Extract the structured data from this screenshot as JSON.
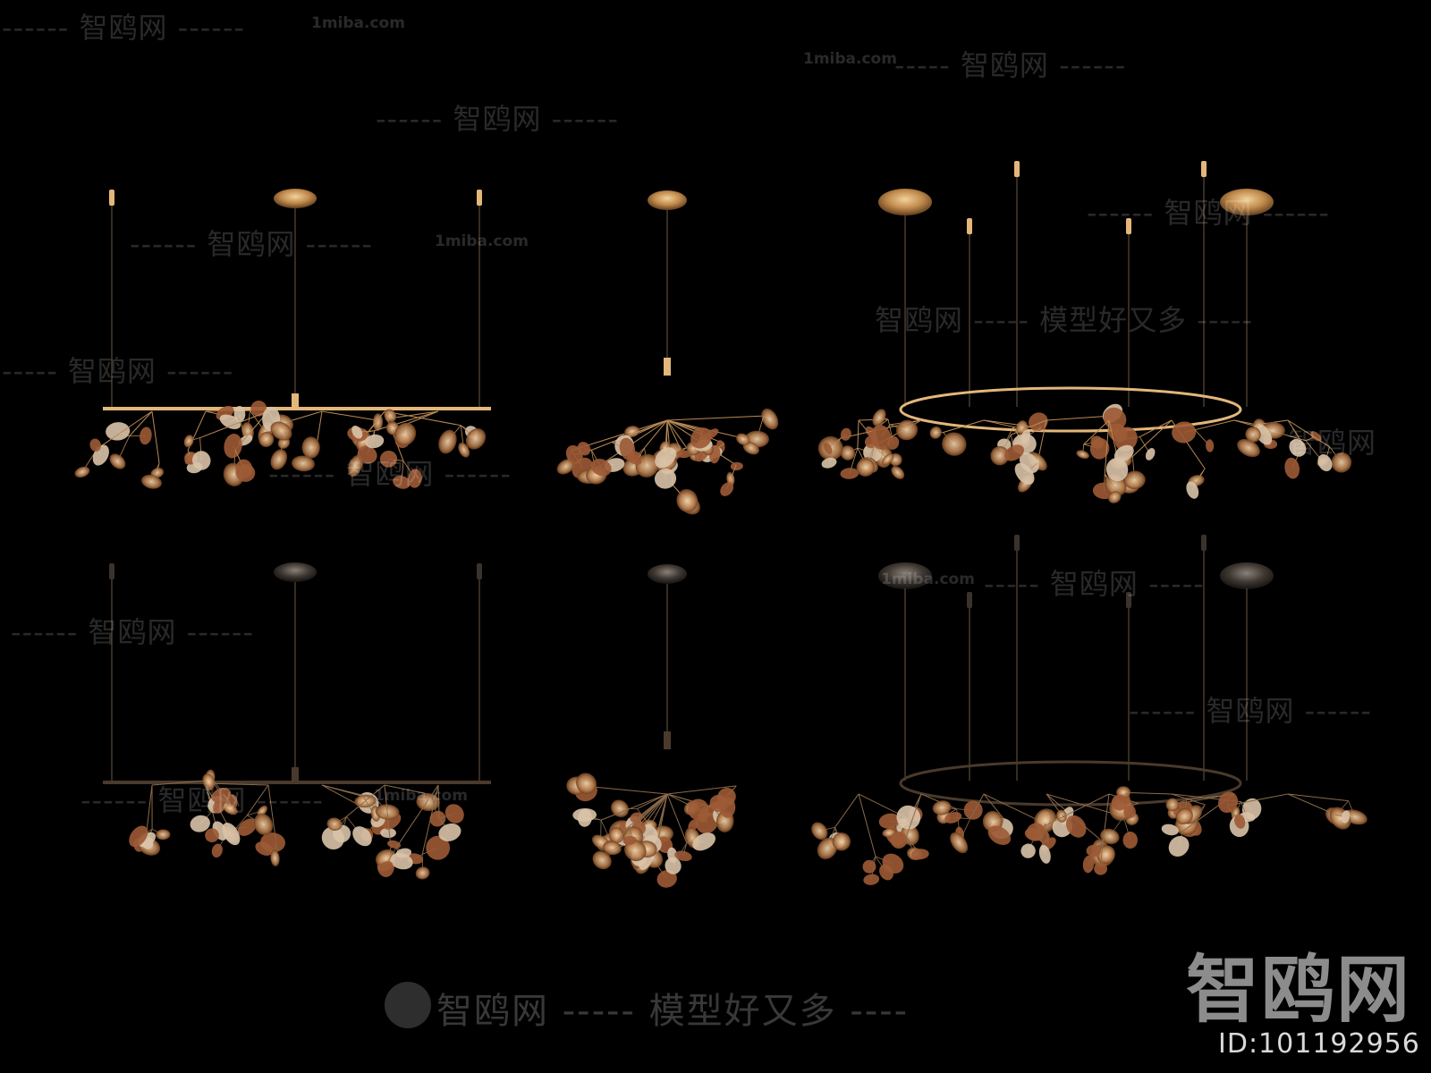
{
  "watermarks": {
    "site_name": "智鸥网",
    "site_url": "1miba.com",
    "slogan": "模型好又多",
    "dashes": "------",
    "dashes_short": "-----",
    "dashes_tail": "----",
    "big_logo": "智鸥网",
    "id_label": "ID:101192956"
  },
  "colors": {
    "background": "#000000",
    "brass": "#b98a55",
    "brass_light": "#e3b77a",
    "copper": "#9c5a35",
    "dark_bronze": "#4a3a2c",
    "leaf_pale": "#d9c3a8"
  }
}
